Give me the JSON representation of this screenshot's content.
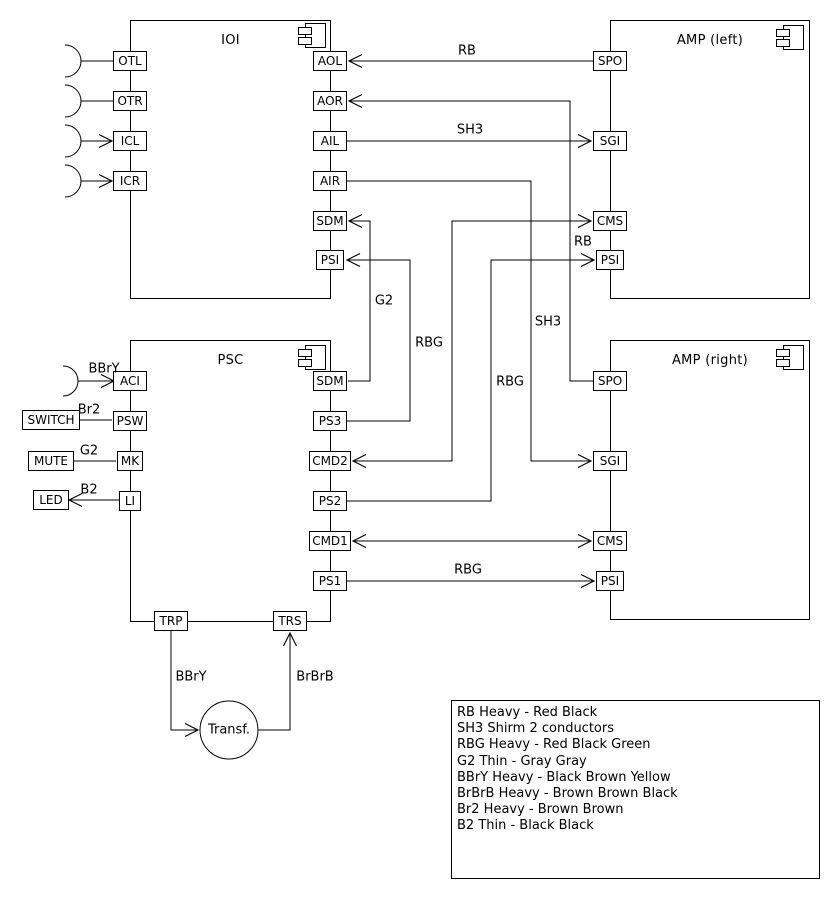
{
  "blocks": {
    "ioi": {
      "title": "IOI"
    },
    "amp_left": {
      "title": "AMP (left)"
    },
    "psc": {
      "title": "PSC"
    },
    "amp_right": {
      "title": "AMP (right)"
    }
  },
  "ports": {
    "ioi": {
      "otl": "OTL",
      "otr": "OTR",
      "icl": "ICL",
      "icr": "ICR",
      "aol": "AOL",
      "aor": "AOR",
      "ail": "AIL",
      "air": "AIR",
      "sdm": "SDM",
      "psi": "PSI"
    },
    "psc": {
      "aci": "ACI",
      "psw": "PSW",
      "mk": "MK",
      "li": "LI",
      "sdm": "SDM",
      "ps3": "PS3",
      "cmd2": "CMD2",
      "ps2": "PS2",
      "cmd1": "CMD1",
      "ps1": "PS1",
      "trp": "TRP",
      "trs": "TRS"
    },
    "amp_left": {
      "spo": "SPO",
      "sgi": "SGI",
      "cms": "CMS",
      "psi": "PSI"
    },
    "amp_right": {
      "spo": "SPO",
      "sgi": "SGI",
      "cms": "CMS",
      "psi": "PSI"
    }
  },
  "externals": {
    "switch": "SWITCH",
    "mute": "MUTE",
    "led": "LED",
    "transformer": "Transf."
  },
  "wire_labels": {
    "rb_aol": "RB",
    "sh3_ail": "SH3",
    "g2_sdm": "G2",
    "rbg_ps3": "RBG",
    "sh3_air": "SH3",
    "rbg_ps2": "RBG",
    "rb_psi_left": "RB",
    "rbg_ps1": "RBG",
    "bbry_aci": "BBrY",
    "br2_psw": "Br2",
    "g2_mk": "G2",
    "b2_li": "B2",
    "bbry_trp": "BBrY",
    "brbrb_trs": "BrBrB"
  },
  "legend": {
    "lines": [
      "RB Heavy - Red Black",
      "SH3 Shirm 2 conductors",
      "RBG Heavy - Red Black Green",
      "G2 Thin - Gray Gray",
      "BBrY Heavy - Black Brown Yellow",
      "BrBrB Heavy - Brown Brown Black",
      "Br2 Heavy - Brown Brown",
      "B2 Thin - Black Black"
    ]
  },
  "colors": {
    "line": "#000000",
    "background": "#ffffff",
    "text": "#000000"
  }
}
